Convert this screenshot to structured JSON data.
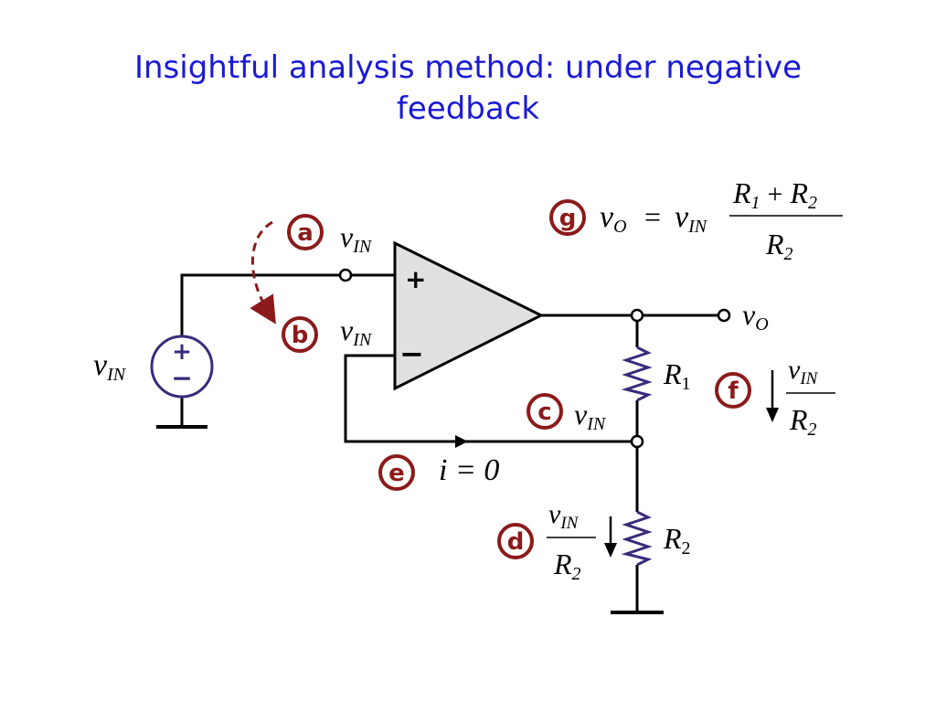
{
  "title": {
    "line1": "Insightful analysis method: under negative",
    "line2": "feedback"
  },
  "colors": {
    "title": "#1a1ad6",
    "badge": "#8b1a1a",
    "wire": "#000000",
    "opamp_fill": "#e0e0e0",
    "resistor": "#3a2a7a",
    "source": "#3a2a7a"
  },
  "steps": [
    {
      "letter": "a"
    },
    {
      "letter": "b"
    },
    {
      "letter": "c"
    },
    {
      "letter": "d"
    },
    {
      "letter": "e"
    },
    {
      "letter": "f"
    },
    {
      "letter": "g"
    }
  ],
  "circuit": {
    "source": {
      "plus": "+",
      "minus": "−",
      "v": "v",
      "sub": "IN"
    },
    "opamp": {
      "plus": "+",
      "minus": "−"
    },
    "noninv_label": {
      "v": "v",
      "sub": "IN"
    },
    "inv_label": {
      "v": "v",
      "sub": "IN"
    },
    "output_label": {
      "v": "v",
      "sub": "O"
    },
    "node_label": {
      "v": "v",
      "sub": "IN"
    },
    "r1": {
      "R": "R",
      "sub": "1"
    },
    "r2": {
      "R": "R",
      "sub": "2"
    },
    "current": "i = 0",
    "f_num": {
      "v": "v",
      "sub": "IN"
    },
    "f_den": {
      "R": "R",
      "sub": "2"
    },
    "d_num": {
      "v": "v",
      "sub": "IN"
    },
    "d_den": {
      "R": "R",
      "sub": "2"
    }
  },
  "equation": {
    "lhs_v": "v",
    "lhs_sub": "O",
    "eq": "=",
    "rhs_v": "v",
    "rhs_sub": "IN",
    "num_r1": "R",
    "num_r1_sub": "1",
    "plus": "+",
    "num_r2": "R",
    "num_r2_sub": "2",
    "den_r": "R",
    "den_sub": "2"
  }
}
